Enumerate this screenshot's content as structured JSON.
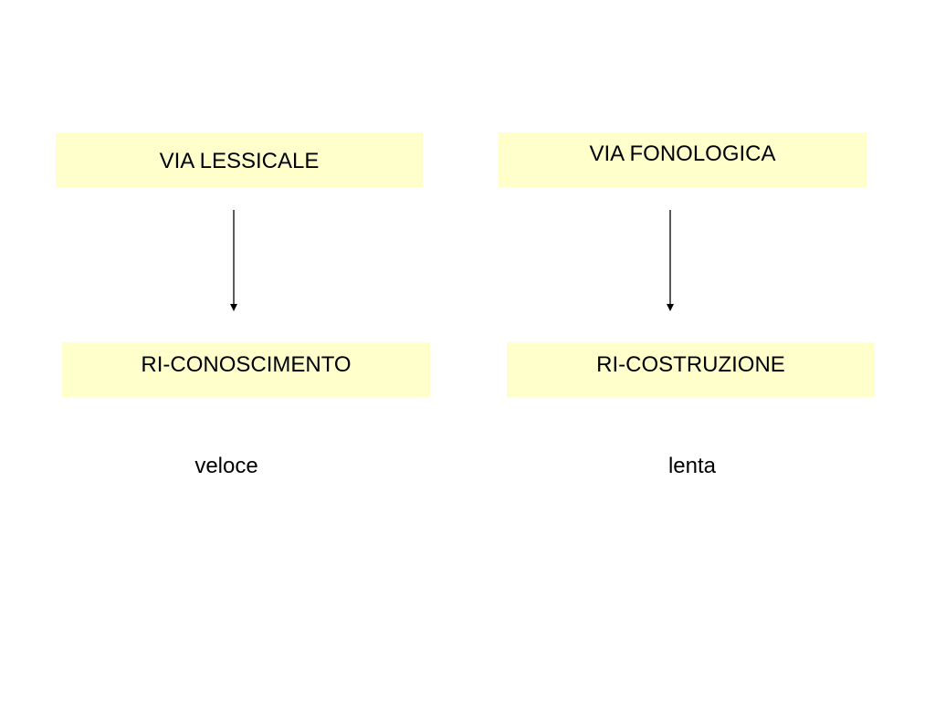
{
  "diagram": {
    "left": {
      "route_label": "VIA LESSICALE",
      "outcome_label": "RI-CONOSCIMENTO",
      "speed_label": "veloce"
    },
    "right": {
      "route_label": "VIA FONOLOGICA",
      "outcome_label": "RI-COSTRUZIONE",
      "speed_label": "lenta"
    },
    "colors": {
      "box_fill": "#ffffcc",
      "text": "#000000",
      "arrow": "#000000"
    }
  }
}
